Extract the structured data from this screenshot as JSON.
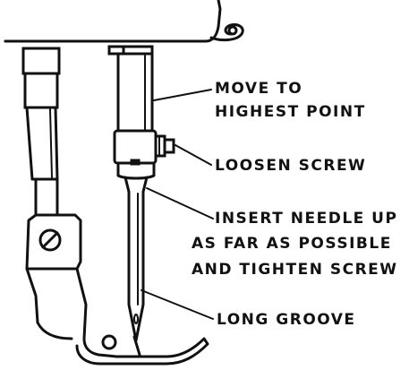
{
  "callouts": {
    "move_line1": "MOVE TO",
    "move_line2": "HIGHEST POINT",
    "loosen": "LOOSEN SCREW",
    "insert_line1": "INSERT NEEDLE UP",
    "insert_line2": "AS FAR AS POSSIBLE",
    "insert_line3": "AND TIGHTEN SCREW",
    "groove": "LONG GROOVE"
  }
}
